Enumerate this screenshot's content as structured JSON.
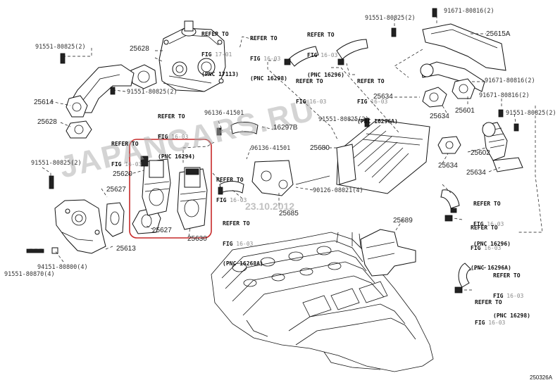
{
  "diagram_code": "250326A",
  "watermark": {
    "text": "JAPANCARS.RU",
    "date": "23.10.2012"
  },
  "highlight_color": "#c62828",
  "parts": [
    {
      "id": "p25628a",
      "num": "25628"
    },
    {
      "id": "p25614",
      "num": "25614"
    },
    {
      "id": "p25628b",
      "num": "25628"
    },
    {
      "id": "p25620",
      "num": "25620"
    },
    {
      "id": "p25627a",
      "num": "25627"
    },
    {
      "id": "p25627b",
      "num": "25627"
    },
    {
      "id": "p25630",
      "num": "25630"
    },
    {
      "id": "p25613",
      "num": "25613"
    },
    {
      "id": "p16297b",
      "num": "16297B"
    },
    {
      "id": "p25680",
      "num": "25680"
    },
    {
      "id": "p25685",
      "num": "25685"
    },
    {
      "id": "p25689",
      "num": "25689"
    },
    {
      "id": "p25634a",
      "num": "25634"
    },
    {
      "id": "p25634b",
      "num": "25634"
    },
    {
      "id": "p25634c",
      "num": "25634"
    },
    {
      "id": "p25634d",
      "num": "25634"
    },
    {
      "id": "p25601",
      "num": "25601"
    },
    {
      "id": "p25602",
      "num": "25602"
    },
    {
      "id": "p25615a",
      "num": "25615A"
    }
  ],
  "fasteners": [
    {
      "id": "f1",
      "num": "91551-80825(2)"
    },
    {
      "id": "f2",
      "num": "91551-80825(2)"
    },
    {
      "id": "f3",
      "num": "91551-80825(2)"
    },
    {
      "id": "f4",
      "num": "91551-80825(2)"
    },
    {
      "id": "f5",
      "num": "91551-80825(2)"
    },
    {
      "id": "f6",
      "num": "91551-80825(2)"
    },
    {
      "id": "f7",
      "num": "91671-80816(2)"
    },
    {
      "id": "f8",
      "num": "91671-80816(2)"
    },
    {
      "id": "f9",
      "num": "91671-80816(2)"
    },
    {
      "id": "f10",
      "num": "96136-41501"
    },
    {
      "id": "f11",
      "num": "96136-41501"
    },
    {
      "id": "f12",
      "num": "90126-08021(4)"
    },
    {
      "id": "f13",
      "num": "94151-80800(4)"
    },
    {
      "id": "f14",
      "num": "91551-80870(4)"
    }
  ],
  "references": [
    {
      "id": "r1",
      "l1": "REFER TO",
      "fig_label": "FIG",
      "fig_num": "17-01",
      "pnc": "(PNC 17113)"
    },
    {
      "id": "r2",
      "l1": "REFER TO",
      "fig_label": "FIG",
      "fig_num": "16-03",
      "pnc": "(PNC 16298)"
    },
    {
      "id": "r3",
      "l1": "REFER TO",
      "fig_label": "FIG",
      "fig_num": "16-03",
      "pnc": "(PNC 16296)"
    },
    {
      "id": "r4",
      "l1": "REFER TO",
      "fig_label": "FIG",
      "fig_num": "16-03",
      "pnc": ""
    },
    {
      "id": "r5",
      "l1": "REFER TO",
      "fig_label": "FIG",
      "fig_num": "16-03",
      "pnc": "(PNC 16296A)"
    },
    {
      "id": "r6",
      "l1": "REFER TO",
      "fig_label": "FIG",
      "fig_num": "16-03",
      "pnc": "(PNC 16294)"
    },
    {
      "id": "r7",
      "l1": "REFER TO",
      "fig_label": "FIG",
      "fig_num": "16-03",
      "pnc": ""
    },
    {
      "id": "r8",
      "l1": "REFER TO",
      "fig_label": "FIG",
      "fig_num": "16-03",
      "pnc": ""
    },
    {
      "id": "r9",
      "l1": "REFER TO",
      "fig_label": "FIG",
      "fig_num": "16-03",
      "pnc": "(PNC 16268A)"
    },
    {
      "id": "r10",
      "l1": "REFER TO",
      "fig_label": "FIG",
      "fig_num": "16-03",
      "pnc": "(PNC 16296)"
    },
    {
      "id": "r11",
      "l1": "REFER TO",
      "fig_label": "FIG",
      "fig_num": "16-03",
      "pnc": "(PNC 16296A)"
    },
    {
      "id": "r12",
      "l1": "REFER TO",
      "fig_label": "FIG",
      "fig_num": "16-03",
      "pnc": "(PNC 16298)"
    },
    {
      "id": "r13",
      "l1": "REFER TO",
      "fig_label": "FIG",
      "fig_num": "16-03",
      "pnc": ""
    }
  ]
}
